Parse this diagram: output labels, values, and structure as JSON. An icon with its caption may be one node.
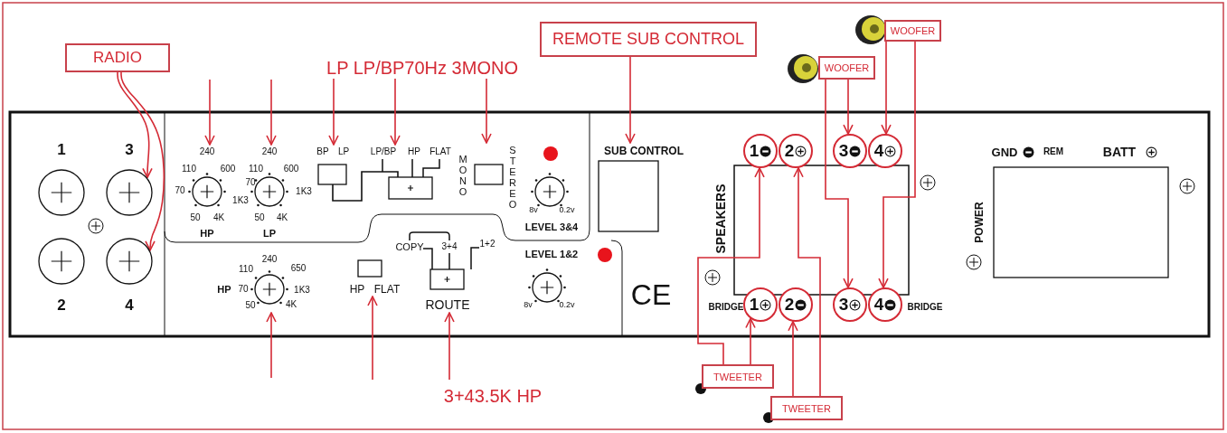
{
  "diagram": {
    "nodes": [
      {
        "text": [
          "RADIO"
        ]
      },
      {
        "text": [],
        "shape": "circle",
        "beside": [
          "1"
        ]
      },
      {
        "text": [],
        "shape": "circle",
        "beside": [
          "3"
        ]
      },
      {
        "text": [],
        "shape": "circle",
        "beside": [
          "2"
        ]
      },
      {
        "text": [],
        "shape": "circle",
        "beside": [
          "4"
        ]
      },
      {
        "text": [],
        "shape": "circle",
        "beside": [
          "240",
          "110",
          "600",
          "70",
          "1K3",
          "50",
          "4K",
          "HP"
        ]
      },
      {
        "text": [],
        "shape": "circle",
        "beside": [
          "240",
          "110",
          "600",
          "70",
          "1K3",
          "50",
          "4K",
          "LP"
        ]
      },
      {
        "text": [],
        "shape": "box",
        "beside": [
          "BP",
          "LP"
        ]
      },
      {
        "text": [],
        "shape": "box",
        "beside": [
          "LP/BP",
          "HP",
          "FLAT"
        ]
      },
      {
        "text": [],
        "shape": "box",
        "beside": [
          "MONO",
          "STEREO"
        ]
      },
      {
        "text": [],
        "shape": "circle",
        "beside": [
          "8v",
          "0.2v",
          "LEVEL 3&4"
        ]
      },
      {
        "text": [],
        "shape": "circle",
        "beside": [
          "HP",
          "240",
          "110",
          "650",
          "70",
          "1K3",
          "50",
          "4K"
        ]
      },
      {
        "text": [],
        "shape": "box",
        "beside": [
          "HP",
          "FLAT"
        ]
      },
      {
        "text": [],
        "shape": "box",
        "beside": [
          "COPY",
          "3+4",
          "1+2",
          "ROUTE"
        ]
      },
      {
        "text": [],
        "shape": "circle",
        "beside": [
          "LEVEL 1&2",
          "8v",
          "0.2v"
        ]
      },
      {
        "text": [
          "REMOTE SUB CONTROL"
        ]
      },
      {
        "text": [],
        "shape": "box",
        "beside": [
          "SUB CONTROL"
        ]
      },
      {
        "text": [
          "WOOFER"
        ]
      },
      {
        "text": [
          "WOOFER"
        ]
      },
      {
        "text": [
          "1"
        ]
      },
      {
        "text": [
          "2"
        ]
      },
      {
        "text": [
          "3"
        ]
      },
      {
        "text": [
          "4"
        ]
      },
      {
        "text": [
          "1"
        ],
        "beside": [
          "BRIDGE"
        ]
      },
      {
        "text": [
          "2"
        ]
      },
      {
        "text": [
          "3"
        ]
      },
      {
        "text": [
          "4"
        ],
        "beside": [
          "BRIDGE"
        ]
      },
      {
        "text": [
          "TWEETER"
        ]
      },
      {
        "text": [
          "TWEETER"
        ]
      },
      {
        "text": [],
        "shape": "box",
        "beside": [
          "GND",
          "REM",
          "BATT",
          "POWER"
        ]
      },
      {
        "text": [
          "LP LP/BP70Hz 3MONO"
        ]
      }
    ],
    "edges": [
      {
        "from": 0,
        "to": 2,
        "arrow": "to"
      },
      {
        "from": 0,
        "to": 4,
        "arrow": "to"
      },
      {
        "from": null,
        "to": 5,
        "arrow": "to"
      },
      {
        "from": null,
        "to": 6,
        "arrow": "to"
      },
      {
        "from": 30,
        "to": 7,
        "arrow": "to"
      },
      {
        "from": 30,
        "to": 8,
        "arrow": "to"
      },
      {
        "from": 30,
        "to": 9,
        "arrow": "to"
      },
      {
        "from": null,
        "to": 11,
        "arrow": "to"
      },
      {
        "from": null,
        "to": 12,
        "arrow": "to"
      },
      {
        "from": null,
        "to": 13,
        "arrow": "to"
      },
      {
        "from": 15,
        "to": 16,
        "arrow": "to"
      },
      {
        "from": 17,
        "to": 22,
        "arrow": "to"
      },
      {
        "from": 17,
        "to": 26,
        "arrow": "to"
      },
      {
        "from": 18,
        "to": 21,
        "arrow": "to"
      },
      {
        "from": 18,
        "to": 25,
        "arrow": "to"
      },
      {
        "from": 27,
        "to": 23,
        "arrow": "to"
      },
      {
        "from": 27,
        "to": 19,
        "arrow": "to"
      },
      {
        "from": 28,
        "to": 24,
        "arrow": "to"
      },
      {
        "from": 28,
        "to": 20,
        "arrow": "to"
      },
      {
        "from": 7,
        "to": 8,
        "arrow": "none",
        "color": "#111111"
      }
    ],
    "labels": [
      "3+43.5K HP",
      "SPEAKERS",
      "CE"
    ]
  }
}
